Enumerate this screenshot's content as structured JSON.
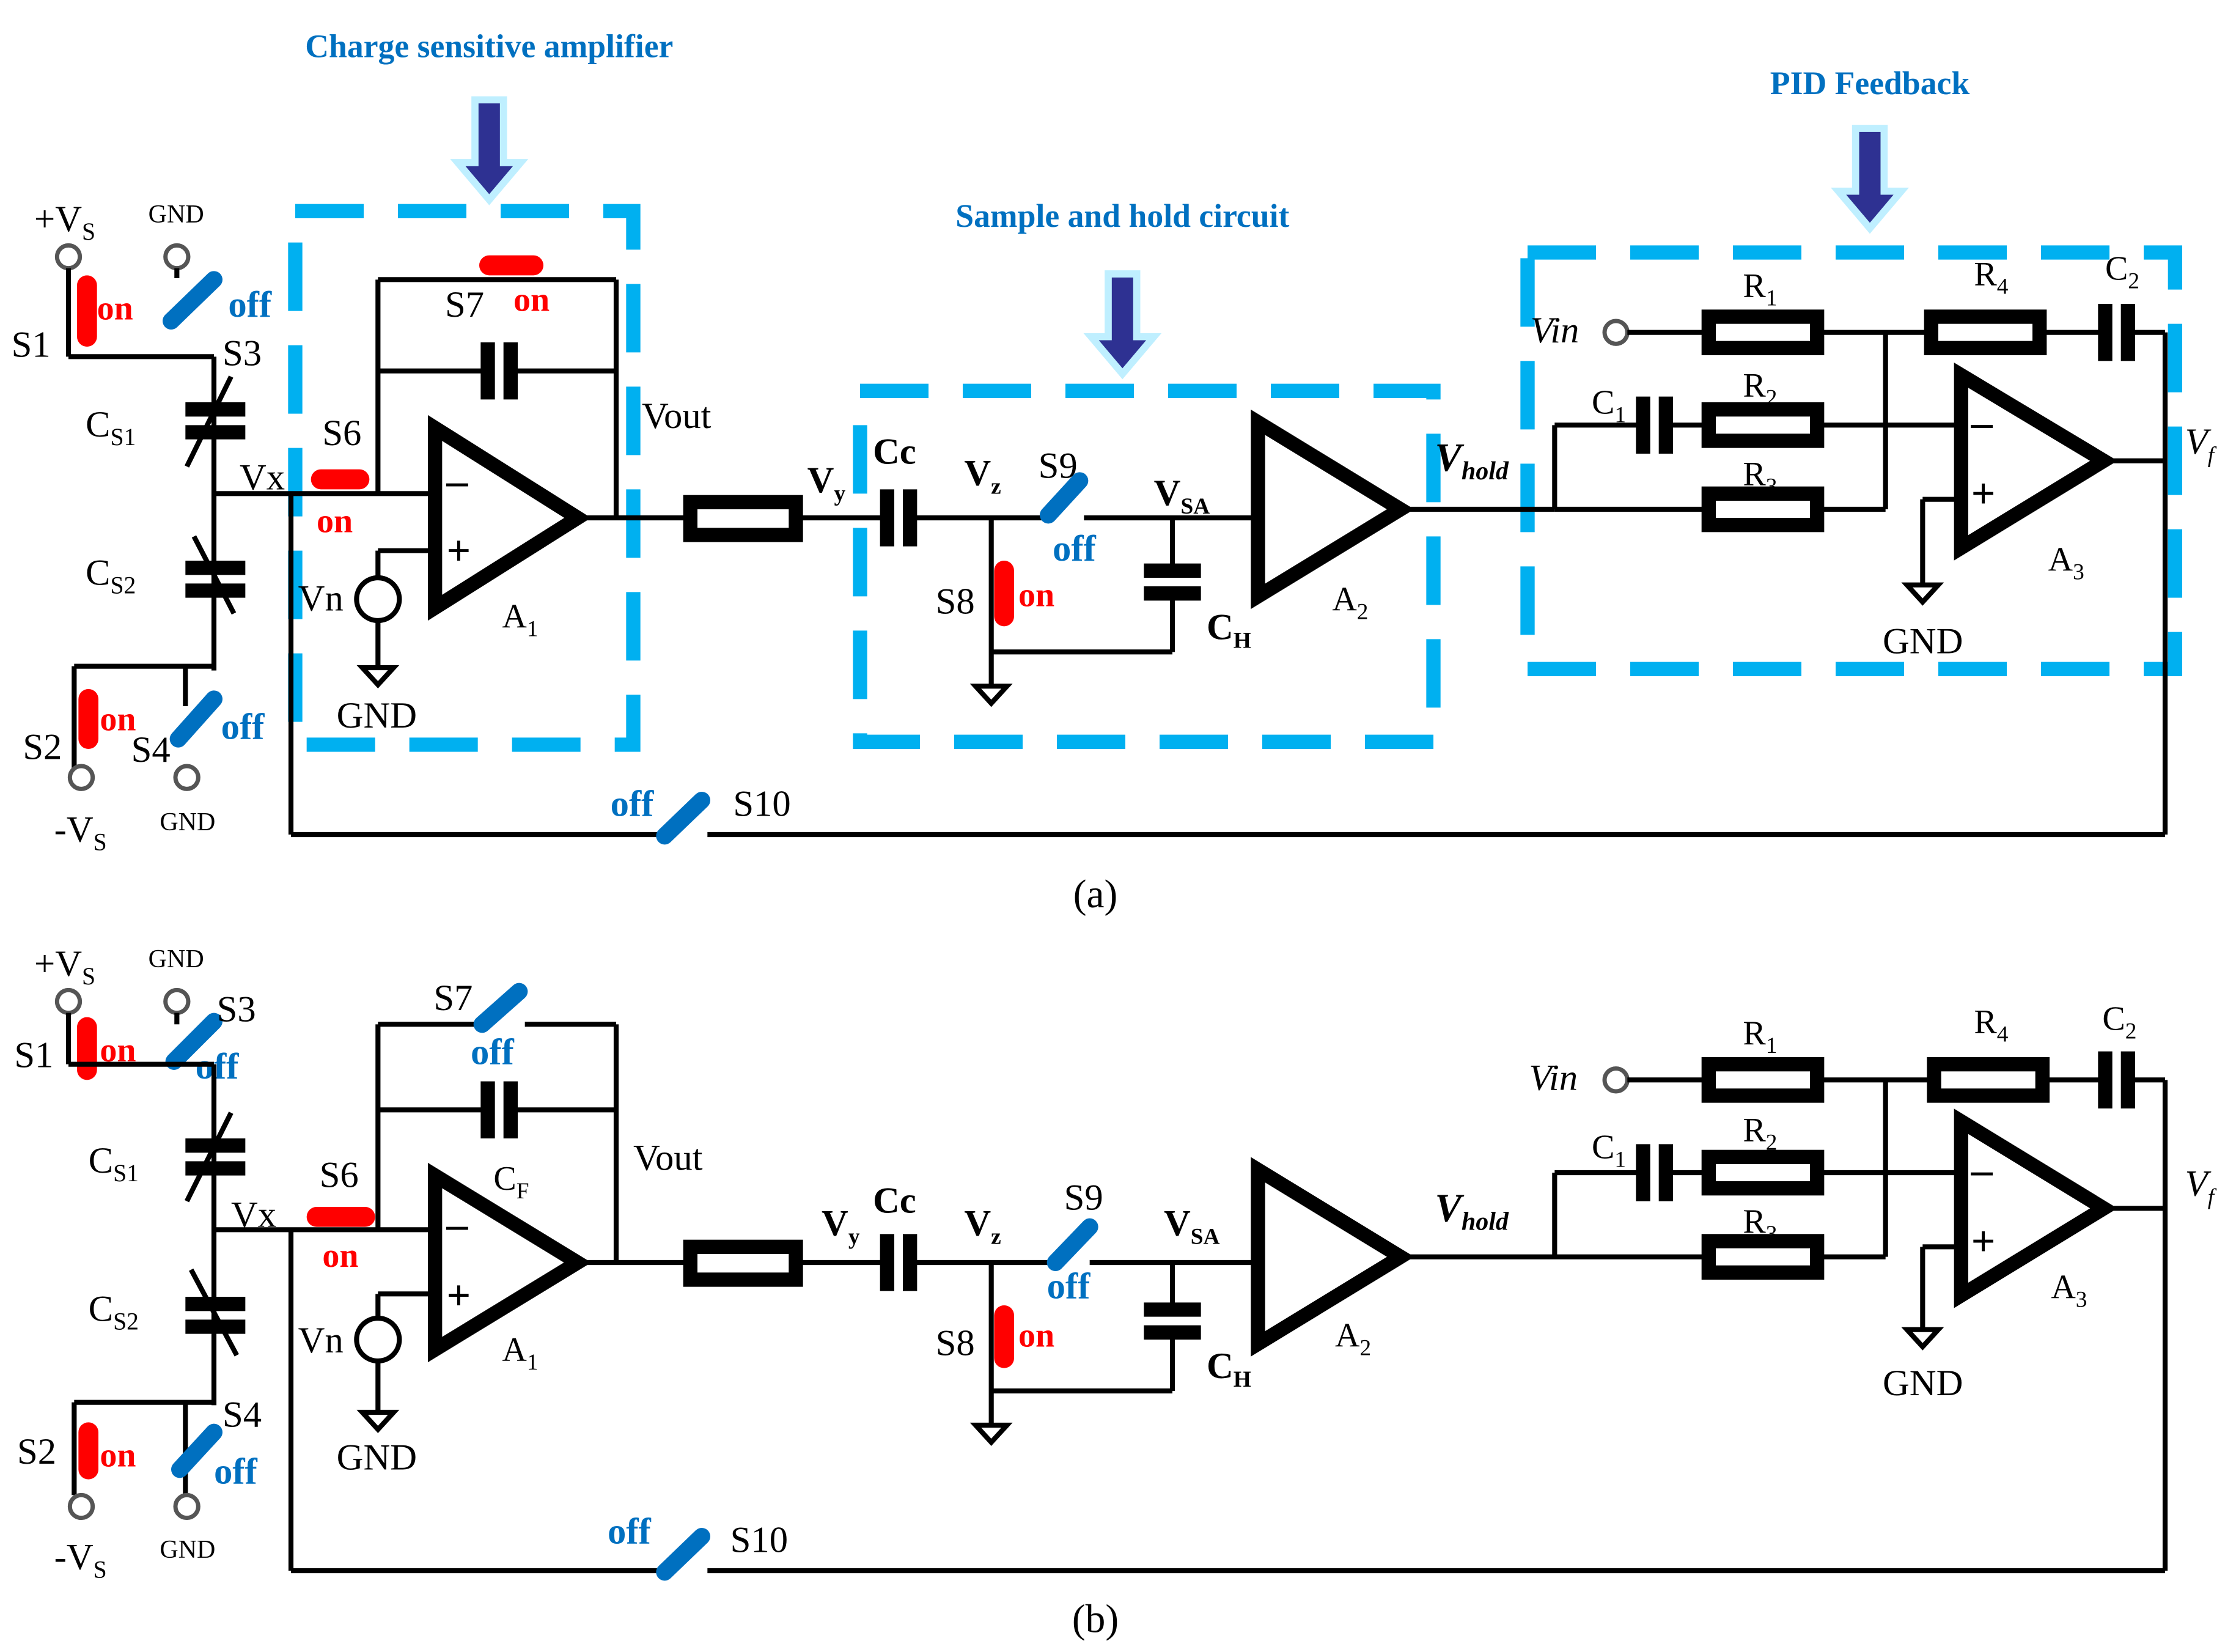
{
  "titles": {
    "csa": "Charge sensitive amplifier",
    "sample_hold": "Sample and hold circuit",
    "pid": "PID Feedback"
  },
  "captions": {
    "a": "(a)",
    "b": "(b)"
  },
  "rails": {
    "vs_pos": "+V",
    "vs_neg": "-V",
    "vs_sub": "S",
    "gnd": "GND"
  },
  "switches": [
    "S1",
    "S2",
    "S3",
    "S4",
    "S6",
    "S7",
    "S8",
    "S9",
    "S10"
  ],
  "states": {
    "on": "on",
    "off": "off"
  },
  "components": {
    "cs1": "C",
    "cs1_sub": "S1",
    "cs2": "C",
    "cs2_sub": "S2",
    "cf": "C",
    "cf_sub": "F",
    "cc": "Cc",
    "ch": "C",
    "ch_sub": "H",
    "c1": "C",
    "c1_sub": "1",
    "c2": "C",
    "c2_sub": "2",
    "r1": "R",
    "r1_sub": "1",
    "r2": "R",
    "r2_sub": "2",
    "r3": "R",
    "r3_sub": "3",
    "r4": "R",
    "r4_sub": "4",
    "a1": "A",
    "a1_sub": "1",
    "a2": "A",
    "a2_sub": "2",
    "a3": "A",
    "a3_sub": "3",
    "vn": "Vn"
  },
  "nodes": {
    "vx": "Vx",
    "vout": "Vout",
    "vy": "V",
    "vy_sub": "y",
    "vz": "V",
    "vz_sub": "z",
    "vsa": "V",
    "vsa_sub": "SA",
    "vhold": "V",
    "vhold_sub": "hold",
    "vin": "Vin",
    "vf": "V",
    "vf_sub": "f"
  },
  "panels": {
    "a": {
      "s1": "on",
      "s2": "on",
      "s3": "off",
      "s4": "off",
      "s6": "on",
      "s7": "on",
      "s8": "on",
      "s9": "off",
      "s10": "off"
    },
    "b": {
      "s1": "on",
      "s2": "on",
      "s3": "off",
      "s4": "off",
      "s6": "on",
      "s7": "off",
      "s8": "on",
      "s9": "off",
      "s10": "off"
    }
  },
  "colors": {
    "on": "#ff0000",
    "off": "#0070c0",
    "box": "#00b0f0",
    "arrow": "#2e3192",
    "title": "#0070c0"
  }
}
